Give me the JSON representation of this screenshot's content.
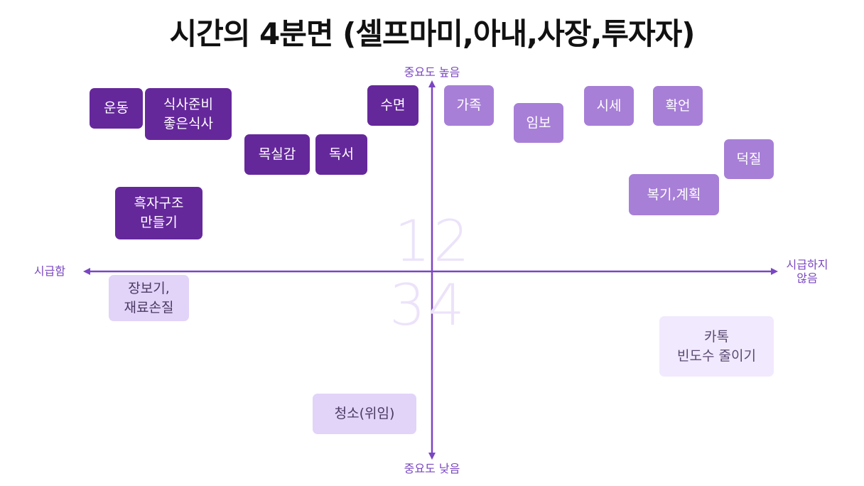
{
  "title": "시간의 4분면 (셀프마미,아내,사장,투자자)",
  "axes": {
    "top": "중요도 높음",
    "bottom": "중요도 낮음",
    "left": "시급함",
    "right": "시급하지\n않음"
  },
  "quadrant_numbers": {
    "upper": "12",
    "lower": "34"
  },
  "colors": {
    "axis": "#7a46c2",
    "q1_box": "#65289b",
    "q2_box": "#a77fd7",
    "q3_box": "#e2d3f9",
    "q4_box": "#f1e9fd"
  },
  "items": [
    {
      "id": "exercise",
      "label": "운동",
      "quadrant": 1
    },
    {
      "id": "meal-prep",
      "label": "식사준비\n좋은식사",
      "quadrant": 1
    },
    {
      "id": "sleep",
      "label": "수면",
      "quadrant": 1
    },
    {
      "id": "gratitude-journal",
      "label": "목실감",
      "quadrant": 1
    },
    {
      "id": "reading",
      "label": "독서",
      "quadrant": 1
    },
    {
      "id": "black-structure",
      "label": "흑자구조\n만들기",
      "quadrant": 1
    },
    {
      "id": "family",
      "label": "가족",
      "quadrant": 2
    },
    {
      "id": "imbo",
      "label": "임보",
      "quadrant": 2
    },
    {
      "id": "market-price",
      "label": "시세",
      "quadrant": 2
    },
    {
      "id": "check",
      "label": "확언",
      "quadrant": 2
    },
    {
      "id": "fandom",
      "label": "덕질",
      "quadrant": 2
    },
    {
      "id": "review-plan",
      "label": "복기,계획",
      "quadrant": 2
    },
    {
      "id": "grocery",
      "label": "장보기,\n재료손질",
      "quadrant": 3
    },
    {
      "id": "cleaning",
      "label": "청소(위임)",
      "quadrant": 3
    },
    {
      "id": "kakaotalk",
      "label": "카톡\n빈도수 줄이기",
      "quadrant": 4
    }
  ]
}
